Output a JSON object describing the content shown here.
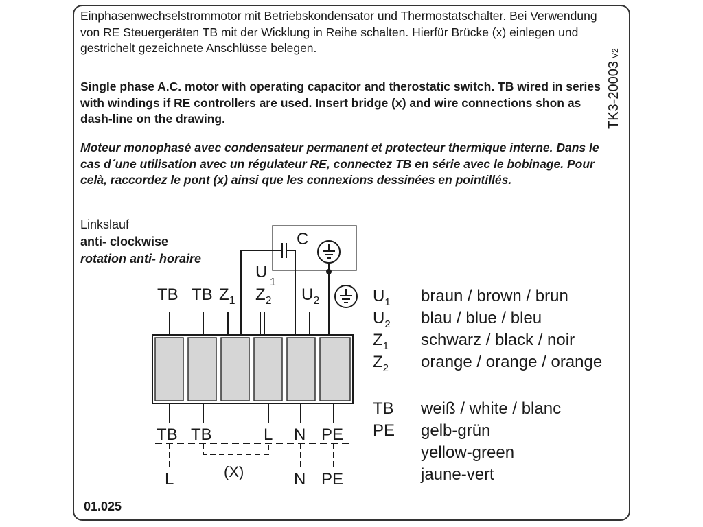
{
  "text": {
    "german": "Einphasenwechselstrommotor mit Betriebskondensator und Thermostatschalter. Bei Verwendung von RE Steuergeräten TB mit der Wicklung in Reihe schalten. Hierfür Brücke (x) einlegen und gestrichelt gezeichnete Anschlüsse belegen.",
    "english": "Single phase A.C. motor with operating capacitor and therostatic switch. TB wired in series with windings if RE controllers are used. Insert bridge (x) and wire connections shon as dash-line on the drawing.",
    "french": "Moteur monophasé avec condensateur permanent et protecteur thermique interne. Dans le cas d´une utilisation avec un régulateur RE, connectez TB en série avec le bobinage. Pour celà, raccordez le pont (x) ainsi que les connexions dessinées en pointillés."
  },
  "doc_code": "TK3-20003",
  "doc_version": "V2",
  "rotation": {
    "german": "Linkslauf",
    "english": "anti- clockwise",
    "french": "rotation anti- horaire"
  },
  "diagram": {
    "capacitor_label": "C",
    "top_labels": {
      "tb1": "TB",
      "tb2": "TB",
      "z1": "Z",
      "z1_sub": "1",
      "z2": "Z",
      "z2_sub": "2",
      "u1": "U",
      "u1_sub": "1",
      "u2": "U",
      "u2_sub": "2"
    },
    "bottom_labels": [
      "TB",
      "TB",
      "L",
      "N",
      "PE"
    ],
    "bridge_label": "(X)",
    "supply_labels": [
      "L",
      "N",
      "PE"
    ]
  },
  "legend": [
    {
      "code": "U",
      "sub": "1",
      "text": "braun / brown / brun"
    },
    {
      "code": "U",
      "sub": "2",
      "text": "blau / blue / bleu"
    },
    {
      "code": "Z",
      "sub": "1",
      "text": "schwarz / black / noir"
    },
    {
      "code": "Z",
      "sub": "2",
      "text": "orange / orange / orange"
    },
    {
      "code": "TB",
      "sub": "",
      "text": "weiß / white / blanc"
    },
    {
      "code": "PE",
      "sub": "",
      "text": "gelb-grün"
    },
    {
      "code": "",
      "sub": "",
      "text": "yellow-green"
    },
    {
      "code": "",
      "sub": "",
      "text": "jaune-vert"
    }
  ],
  "footer": "01.025",
  "colors": {
    "ink": "#1a1a1a",
    "terminal_fill": "#d6d6d6",
    "box_border": "#555555"
  }
}
